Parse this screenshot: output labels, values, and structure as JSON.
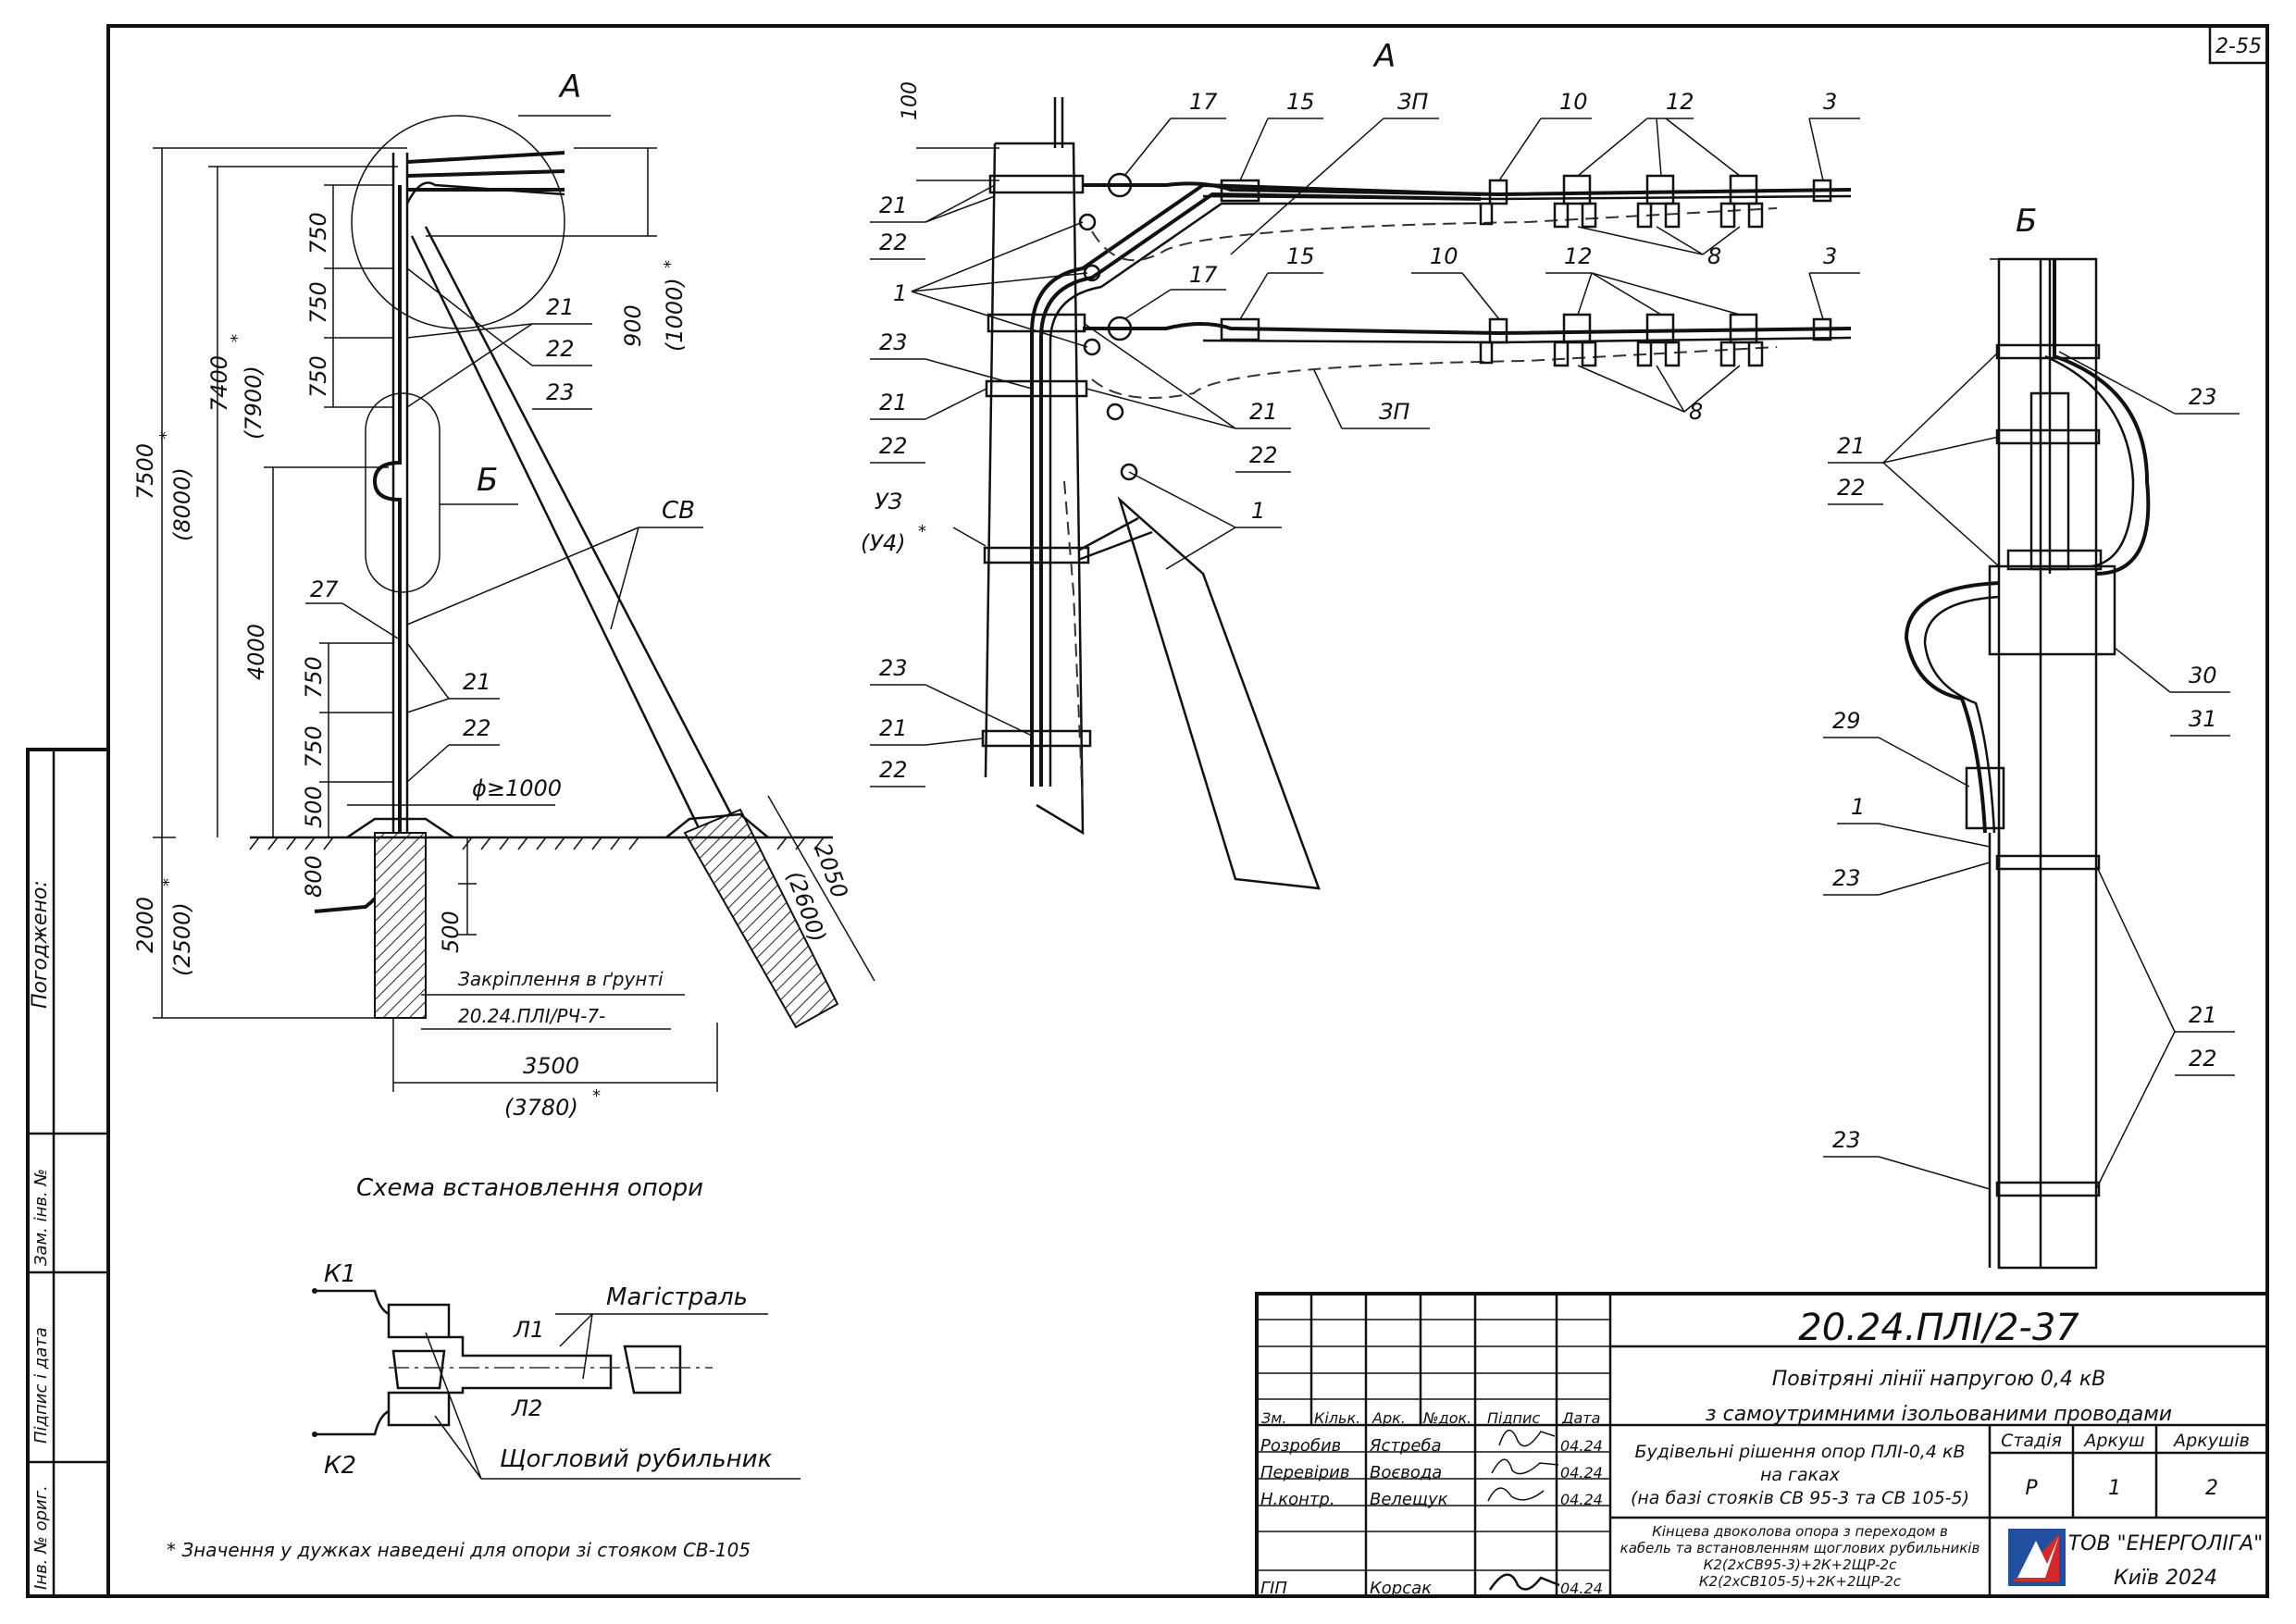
{
  "sheet": {
    "number": "2-55",
    "doc_code": "20.24.ПЛІ/2-37",
    "title_line1": "Повітряні лінії напругою 0,4 кВ",
    "title_line2": "з самоутримними ізольованими проводами",
    "section_line1": "Будівельні рішення опор ПЛІ-0,4 кВ",
    "section_line2": "на гаках",
    "section_line3": "(на базі стояків СВ 95-3 та СВ 105-5)",
    "drawing_line1": "Кінцева двоколова опора з переходом в",
    "drawing_line2": "кабель та встановленням щоглових рубильників",
    "drawing_line3": "К2(2хСВ95-3)+2К+2ЩР-2с",
    "drawing_line4": "К2(2хСВ105-5)+2К+2ЩР-2с",
    "stage_label": "Стадія",
    "sheet_label": "Аркуш",
    "sheets_label": "Аркушів",
    "stage": "Р",
    "sheet_no": "1",
    "sheets_total": "2",
    "company": "ТОВ \"ЕНЕРГОЛІГА\"",
    "city_year": "Київ 2024",
    "headers": [
      "Зм.",
      "Кільк.",
      "Арк.",
      "№док.",
      "Підпис",
      "Дата"
    ],
    "people": [
      {
        "role": "Розробив",
        "name": "Ястреба",
        "date": "04.24"
      },
      {
        "role": "Перевірив",
        "name": "Воєвода",
        "date": "04.24"
      },
      {
        "role": "Н.контр.",
        "name": "Велещук",
        "date": "04.24"
      },
      {
        "role": "ГІП",
        "name": "Корсак",
        "date": "04.24"
      }
    ],
    "side_labels": [
      "Погоджено:",
      "Зам. інв. №",
      "Підпис і дата",
      "Інв. № ориг."
    ]
  },
  "schema": {
    "caption": "Схема встановлення опори",
    "callout_a": "А",
    "callout_b": "Б",
    "dims": {
      "d7500": "7500",
      "d8000": "(8000)",
      "d7400": "7400",
      "d7900": "(7900)",
      "d750a": "750",
      "d750b": "750",
      "d750c": "750",
      "d900": "900",
      "d1000": "(1000)",
      "d4000": "4000",
      "d750d": "750",
      "d750e": "750",
      "d500a": "500",
      "d800": "800",
      "d500b": "500",
      "d2000": "2000",
      "d2500": "(2500)",
      "d3500": "3500",
      "d3780": "(3780)",
      "d2050": "2050",
      "d2600": "(2600)",
      "phi": "ϕ≥1000"
    },
    "labels": {
      "n21a": "21",
      "n22a": "22",
      "n23a": "23",
      "n27": "27",
      "n21b": "21",
      "n22b": "22",
      "sv": "СВ",
      "fix1": "Закріплення в ґрунті",
      "fix2": "20.24.ПЛІ/РЧ-7-"
    },
    "star": "*"
  },
  "detail_a": {
    "title": "А",
    "d100": "100",
    "n17a": "17",
    "n15a": "15",
    "n3pa": "ЗП",
    "n10a": "10",
    "n12a": "12",
    "n3a": "3",
    "n21a": "21",
    "n22a": "22",
    "n1a": "1",
    "n8a": "8",
    "n17b": "17",
    "n15b": "15",
    "n10b": "10",
    "n12b": "12",
    "n3b": "3",
    "n23a": "23",
    "n21b": "21",
    "n22b": "22",
    "n21c": "21",
    "n22c": "22",
    "n3pb": "ЗП",
    "n8b": "8",
    "uz": "УЗ",
    "u4": "(У4)",
    "n1b": "1",
    "n23b": "23",
    "n21d": "21",
    "n22d": "22"
  },
  "detail_b": {
    "title": "Б",
    "n23a": "23",
    "n21a": "21",
    "n22a": "22",
    "n30": "30",
    "n31": "31",
    "n29": "29",
    "n1": "1",
    "n23b": "23",
    "n21b": "21",
    "n22b": "22",
    "n23c": "23"
  },
  "switch_scheme": {
    "k1": "К1",
    "k2": "К2",
    "l1": "Л1",
    "l2": "Л2",
    "main": "Магістраль",
    "switch": "Щогловий рубильник"
  },
  "note": "* Значення у дужках наведені для опори зі стояком СВ-105"
}
